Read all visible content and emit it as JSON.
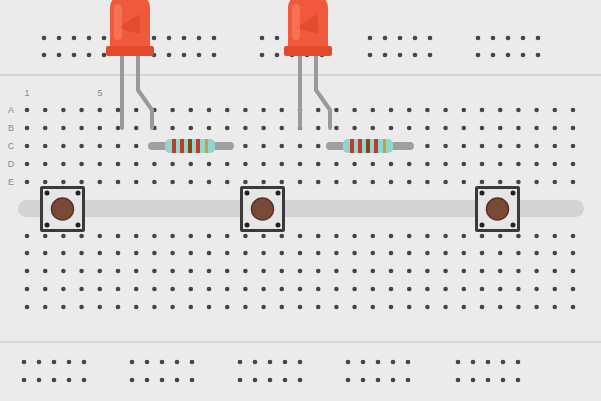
{
  "diagram": {
    "labels": [
      "1",
      "5",
      "A",
      "B",
      "C",
      "D",
      "E"
    ]
  }
}
